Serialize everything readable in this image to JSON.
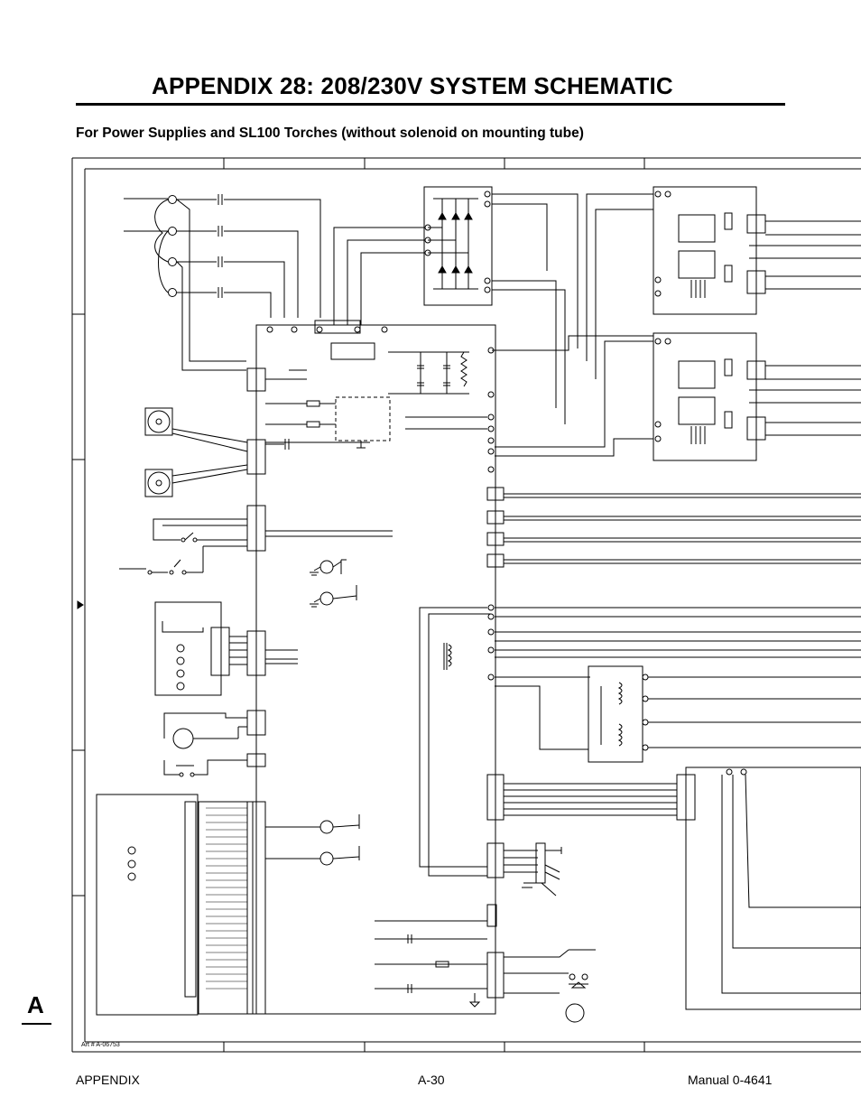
{
  "page": {
    "title": "APPENDIX 28:  208/230V SYSTEM SCHEMATIC",
    "subtitle": "For Power Supplies and SL100 Torches (without solenoid on mounting tube)"
  },
  "schematic": {
    "art_number": "Art # A-06753",
    "side_tab_letter": "A"
  },
  "footer": {
    "left": "APPENDIX",
    "center": "A-30",
    "right": "Manual 0-4641"
  }
}
